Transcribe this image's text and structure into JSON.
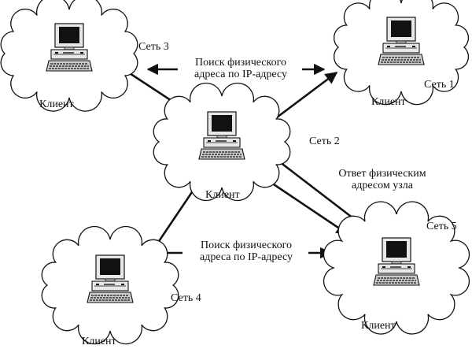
{
  "diagram": {
    "nodes": [
      {
        "id": "net3",
        "network_label": "Сеть 3",
        "client_label": "Клиент"
      },
      {
        "id": "net1",
        "network_label": "Сеть 1",
        "client_label": "Клиент"
      },
      {
        "id": "net2",
        "network_label": "Сеть 2",
        "client_label": "Клиент"
      },
      {
        "id": "net4",
        "network_label": "Сеть 4",
        "client_label": "Клиент"
      },
      {
        "id": "net5",
        "network_label": "Сеть 5",
        "client_label": "Клиент"
      }
    ],
    "edges": [
      {
        "from": "net2",
        "to": "net3",
        "type": "request"
      },
      {
        "from": "net2",
        "to": "net1",
        "type": "request"
      },
      {
        "from": "net2",
        "to": "net4",
        "type": "request"
      },
      {
        "from": "net2",
        "to": "net5",
        "type": "request"
      },
      {
        "from": "net5",
        "to": "net2",
        "type": "reply"
      }
    ],
    "annotations": {
      "search_top_line1": "Поиск физического",
      "search_top_line2": "адреса по IP-адресу",
      "search_bottom_line1": "Поиск физического",
      "search_bottom_line2": "адреса по IP-адресу",
      "reply_line1": "Ответ физическим",
      "reply_line2": "адресом узла"
    },
    "icons": {
      "network": "cloud-icon",
      "host": "desktop-computer-icon",
      "flow": "arrow-icon"
    }
  }
}
